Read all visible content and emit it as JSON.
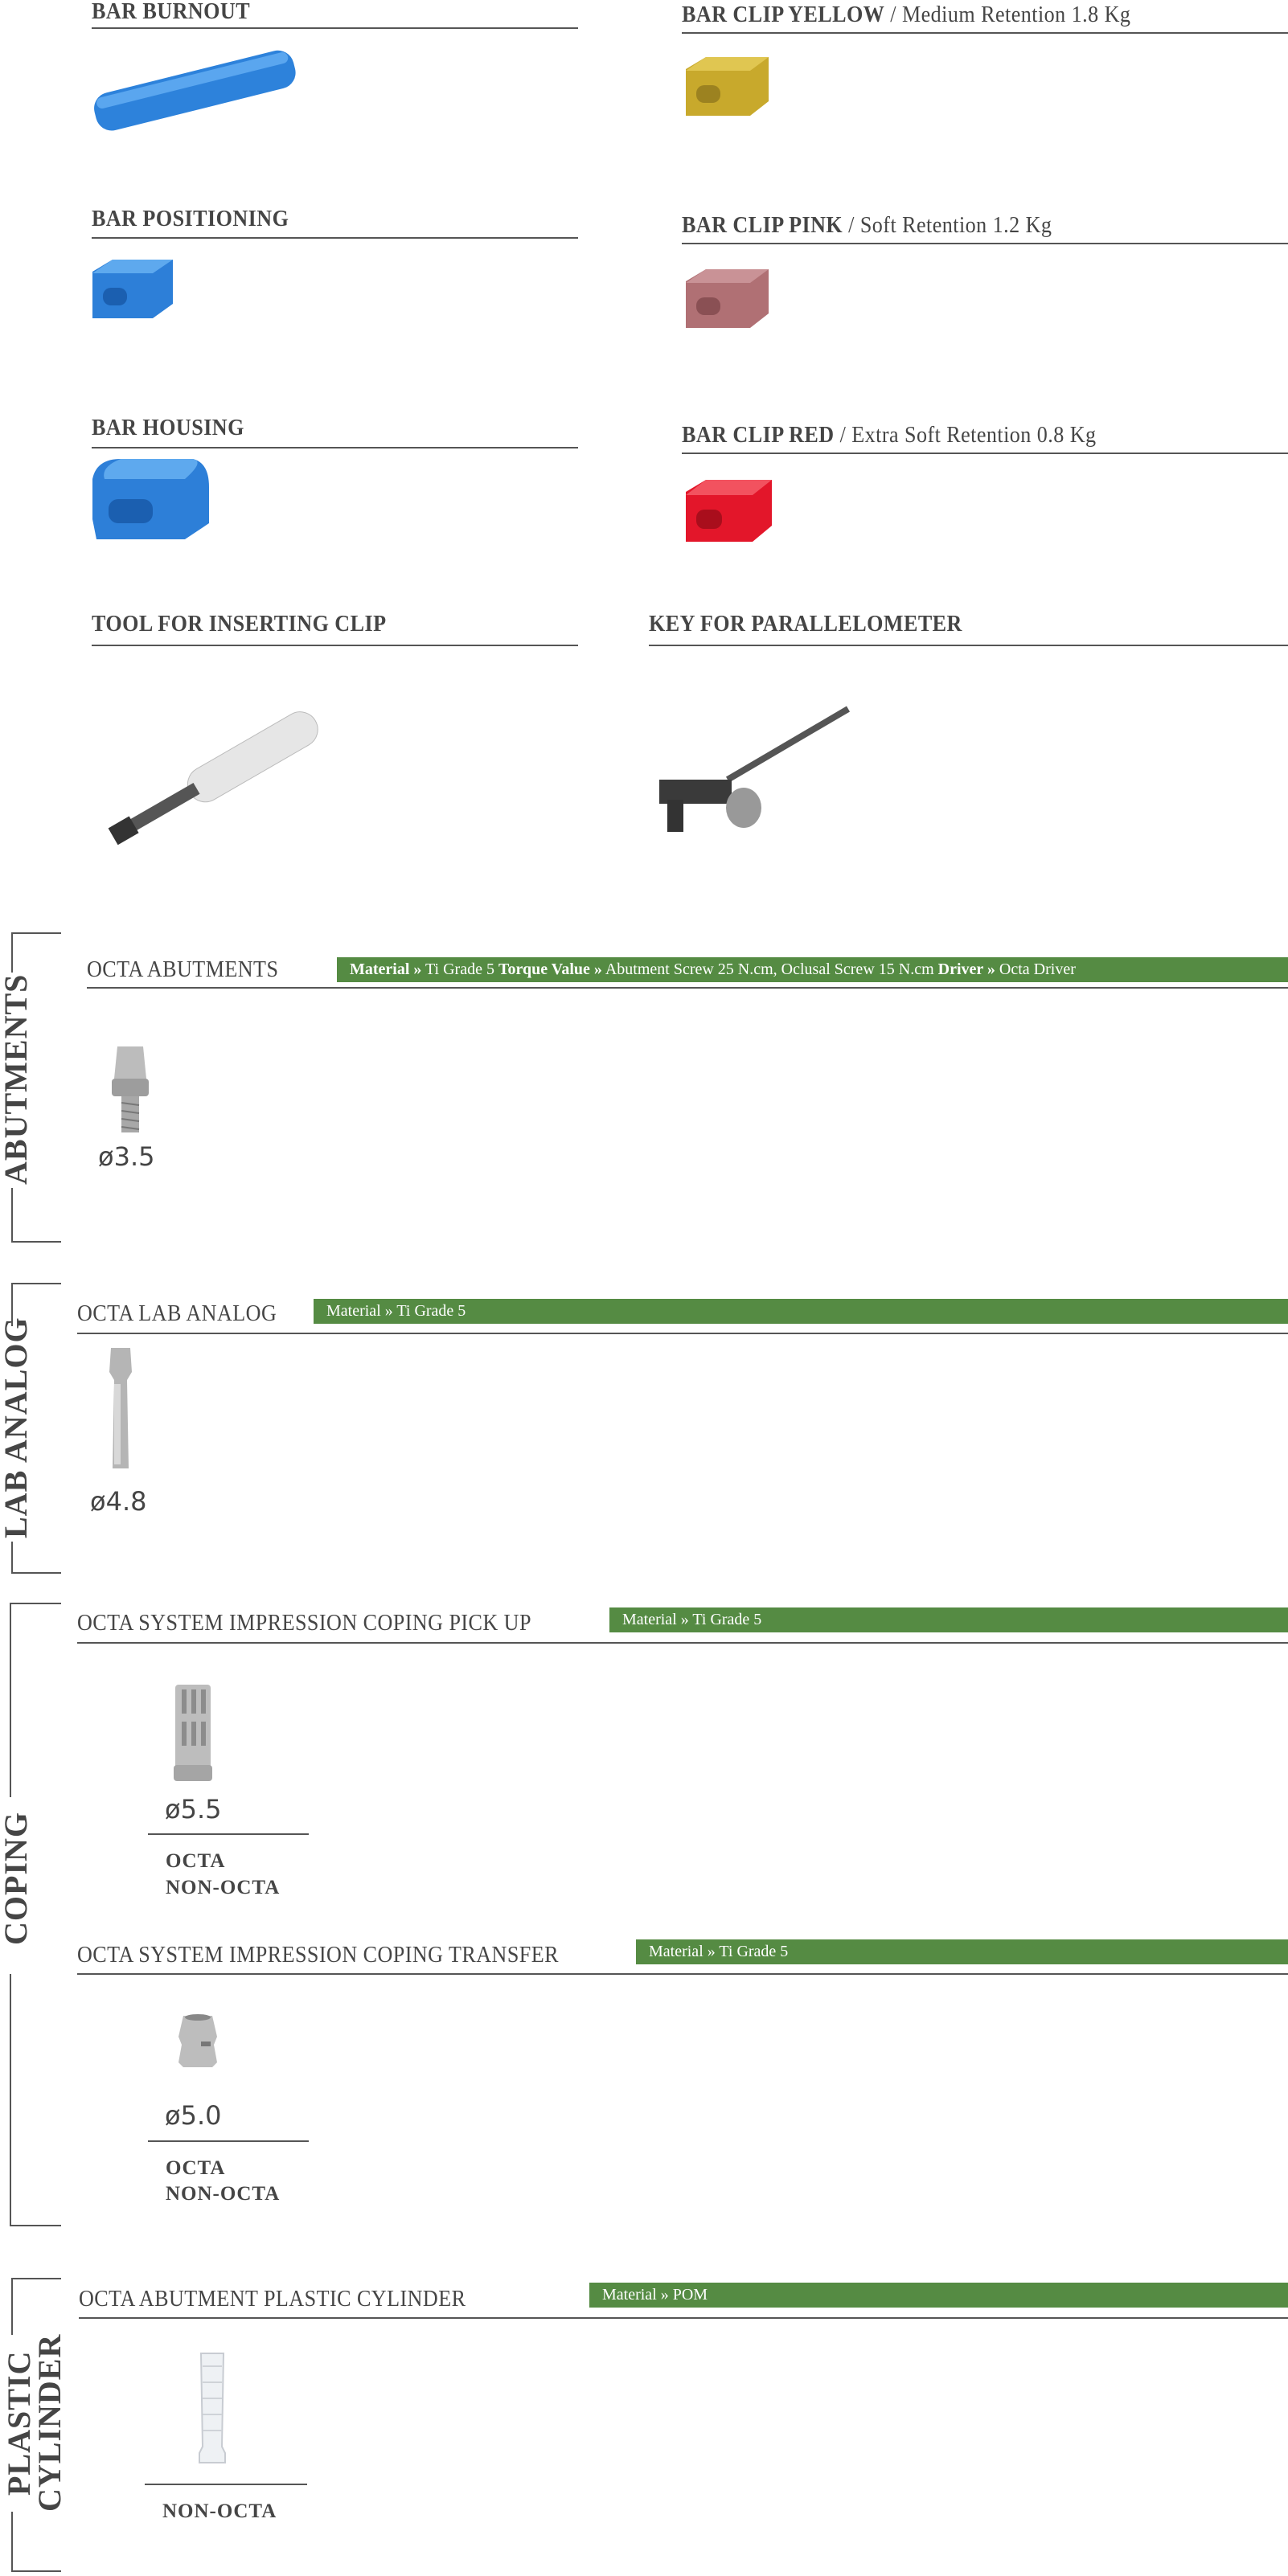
{
  "bar_items": [
    {
      "name": "BAR BURNOUT"
    },
    {
      "name": "BAR POSITIONING"
    },
    {
      "name": "BAR HOUSING"
    },
    {
      "name": "TOOL FOR INSERTING CLIP"
    }
  ],
  "clip_items": [
    {
      "name": "BAR CLIP YELLOW",
      "sep": " / ",
      "detail": "Medium Retention 1.8 Kg",
      "color": "#c8a92c"
    },
    {
      "name": "BAR CLIP PINK",
      "sep": " / ",
      "detail": "Soft Retention 1.2 Kg",
      "color": "#b07074"
    },
    {
      "name": "BAR CLIP RED",
      "sep": " / ",
      "detail": "Extra Soft Retention 0.8 Kg",
      "color": "#e3162a"
    },
    {
      "name": "KEY FOR PARALLELOMETER"
    }
  ],
  "sections": {
    "abutments": {
      "side_label": "ABUTMENTS",
      "title": "OCTA  ABUTMENTS",
      "spec": {
        "k1": "Material »",
        "v1": " Ti Grade 5  ",
        "k2": "Torque Value »",
        "v2": " Abutment Screw 25 N.cm, Oclusal Screw 15 N.cm  ",
        "k3": "Driver »",
        "v3": " Octa Driver"
      },
      "diameter": "ø3.5"
    },
    "lab_analog": {
      "side_label": "LAB ANALOG",
      "title": "OCTA LAB ANALOG",
      "spec": "Material » Ti Grade 5",
      "diameter": "ø4.8"
    },
    "coping": {
      "side_label": "COPING",
      "pickup": {
        "title": "OCTA SYSTEM IMPRESSION COPING PICK UP",
        "spec": "Material » Ti Grade 5",
        "diameter": "ø5.5",
        "variants": [
          "OCTA",
          "NON-OCTA"
        ]
      },
      "transfer": {
        "title": "OCTA SYSTEM IMPRESSION COPING TRANSFER",
        "spec": "Material » Ti Grade 5",
        "diameter": "ø5.0",
        "variants": [
          "OCTA",
          "NON-OCTA"
        ]
      }
    },
    "plastic": {
      "side_label_1": "PLASTIC",
      "side_label_2": "CYLINDER",
      "title": "OCTA ABUTMENT PLASTIC CYLINDER",
      "spec": "Material » POM",
      "variants": [
        "NON-OCTA"
      ]
    }
  },
  "colors": {
    "accent_green": "#558b43",
    "text": "#454545",
    "blue": "#2a7fd6"
  }
}
